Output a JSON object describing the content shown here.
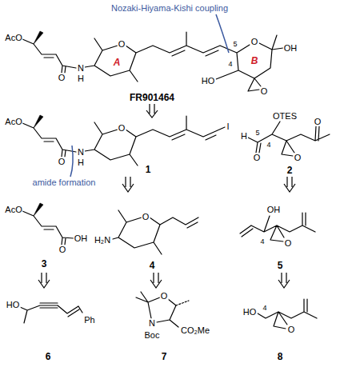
{
  "diagram": {
    "labels": [
      "Nozaki-Hiyama-Kishi coupling",
      "AcO",
      "O",
      "N",
      "H",
      "O",
      "A",
      "5",
      "O",
      "OH",
      "B",
      "4",
      "HO",
      "O",
      "FR901464",
      "AcO",
      "O",
      "N",
      "H",
      "O",
      "I",
      "1",
      "amide formation",
      "OTES",
      "H",
      "5",
      "O",
      "4",
      "O",
      "O",
      "2",
      "AcO",
      "O",
      "OH",
      "3",
      "H₂N",
      "O",
      "4",
      "OH",
      "4",
      "O",
      "5",
      "HO",
      "Ph",
      "6",
      "O",
      "N",
      "Boc",
      "CO₂Me",
      "7",
      "HO",
      "4",
      "O",
      "8"
    ]
  }
}
